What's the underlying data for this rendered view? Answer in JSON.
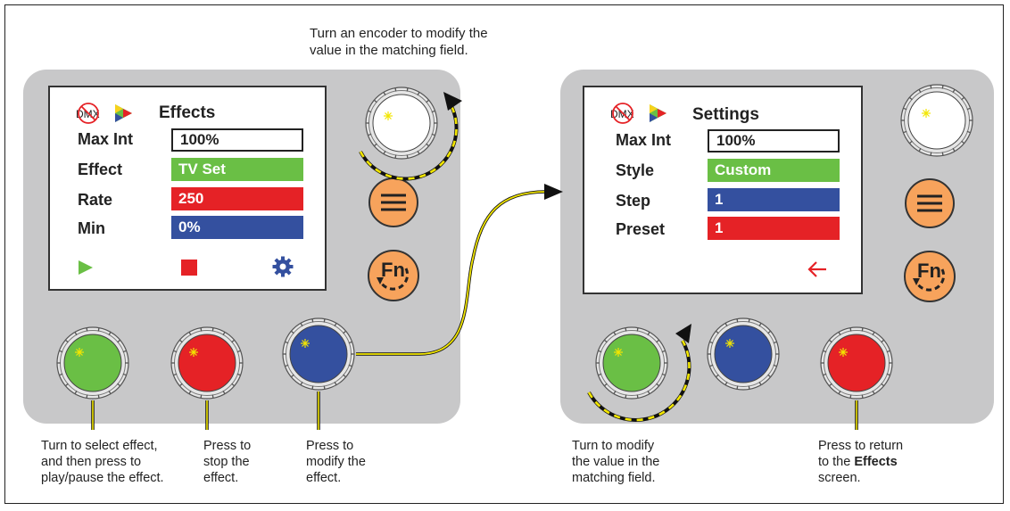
{
  "top_caption": [
    "Turn an encoder to modify the",
    "value in the matching field."
  ],
  "left_screen": {
    "title": "Effects",
    "dmx_icon_text": "DMX",
    "rows": [
      {
        "label": "Max Int",
        "value": "100%",
        "style": "white"
      },
      {
        "label": "Effect",
        "value": "TV Set",
        "style": "green"
      },
      {
        "label": "Rate",
        "value": "250",
        "style": "red"
      },
      {
        "label": "Min",
        "value": "0%",
        "style": "blue"
      }
    ],
    "bottom_icons": [
      "play-icon",
      "stop-icon",
      "gear-icon"
    ]
  },
  "right_screen": {
    "title": "Settings",
    "dmx_icon_text": "DMX",
    "rows": [
      {
        "label": "Max Int",
        "value": "100%",
        "style": "white"
      },
      {
        "label": "Style",
        "value": "Custom",
        "style": "green"
      },
      {
        "label": "Step",
        "value": "1",
        "style": "blue"
      },
      {
        "label": "Preset",
        "value": "1",
        "style": "red"
      }
    ],
    "bottom_icons": [
      "back-arrow-icon"
    ]
  },
  "fn_label": "Fn",
  "captions": {
    "green_encoder": [
      "Turn to select effect,",
      "and then press to",
      "play/pause the effect."
    ],
    "red_encoder": [
      "Press to",
      "stop the",
      "effect."
    ],
    "blue_encoder": [
      "Press to",
      "modify the",
      "effect."
    ],
    "turn_modify": [
      "Turn to modify",
      "the value in the",
      "matching field."
    ],
    "return": {
      "line1": "Press to return",
      "line2_prefix": "to the ",
      "line2_bold": "Effects",
      "line3": "screen."
    }
  },
  "colors": {
    "panel": "#c8c8c9",
    "green": "#6abf45",
    "red": "#e52226",
    "blue": "#34509f",
    "orange": "#f7a35c",
    "leader_yellow": "#f2e600"
  }
}
